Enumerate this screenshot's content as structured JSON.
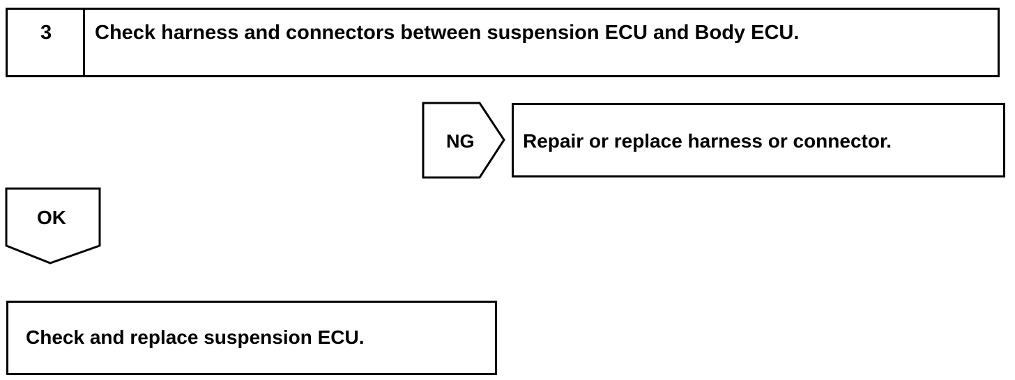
{
  "step": {
    "number": "3",
    "title": "Check harness and connectors between suspension ECU and Body ECU."
  },
  "ng_branch": {
    "label": "NG",
    "result": "Repair or replace harness or connector."
  },
  "ok_branch": {
    "label": "OK",
    "result": "Check and replace suspension ECU."
  }
}
